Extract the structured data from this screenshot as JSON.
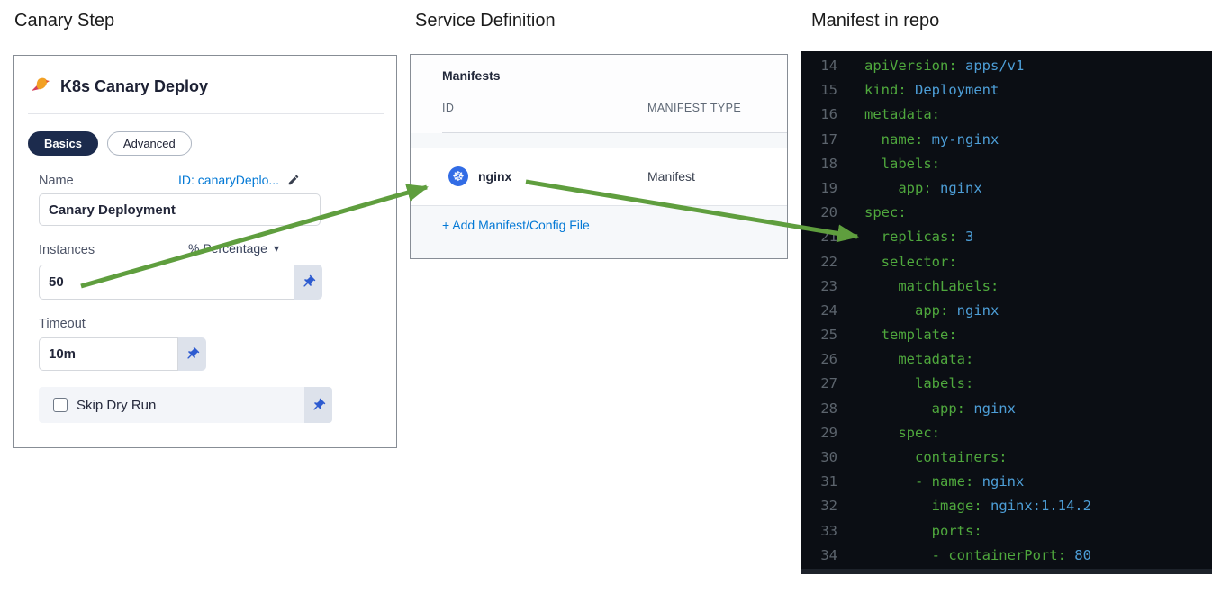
{
  "section_labels": {
    "canary_step": "Canary Step",
    "service_definition": "Service Definition",
    "manifest_in_repo": "Manifest in repo"
  },
  "canary_panel": {
    "title": "K8s Canary Deploy",
    "tabs": [
      {
        "label": "Basics",
        "active": true
      },
      {
        "label": "Advanced",
        "active": false
      }
    ],
    "name_field": {
      "label": "Name",
      "id_text": "ID: canaryDeplo...",
      "value": "Canary Deployment"
    },
    "instances_field": {
      "label": "Instances",
      "unit_selector": "% Percentage",
      "value": "50"
    },
    "timeout_field": {
      "label": "Timeout",
      "value": "10m"
    },
    "skip_dry_run_field": {
      "label": "Skip Dry Run",
      "checked": false
    }
  },
  "service_panel": {
    "heading": "Manifests",
    "columns": {
      "id": "ID",
      "manifest_type": "MANIFEST TYPE"
    },
    "rows": [
      {
        "id": "nginx",
        "manifest_type": "Manifest"
      }
    ],
    "add_link": "+ Add Manifest/Config File"
  },
  "code_panel": {
    "language": "yaml",
    "lines": [
      {
        "num": 14,
        "indent": 0,
        "dash": false,
        "key": "apiVersion",
        "value": "apps/v1"
      },
      {
        "num": 15,
        "indent": 0,
        "dash": false,
        "key": "kind",
        "value": "Deployment"
      },
      {
        "num": 16,
        "indent": 0,
        "dash": false,
        "key": "metadata",
        "value": ""
      },
      {
        "num": 17,
        "indent": 2,
        "dash": false,
        "key": "name",
        "value": "my-nginx"
      },
      {
        "num": 18,
        "indent": 2,
        "dash": false,
        "key": "labels",
        "value": ""
      },
      {
        "num": 19,
        "indent": 4,
        "dash": false,
        "key": "app",
        "value": "nginx"
      },
      {
        "num": 20,
        "indent": 0,
        "dash": false,
        "key": "spec",
        "value": ""
      },
      {
        "num": 21,
        "indent": 2,
        "dash": false,
        "key": "replicas",
        "value": "3"
      },
      {
        "num": 22,
        "indent": 2,
        "dash": false,
        "key": "selector",
        "value": ""
      },
      {
        "num": 23,
        "indent": 4,
        "dash": false,
        "key": "matchLabels",
        "value": ""
      },
      {
        "num": 24,
        "indent": 6,
        "dash": false,
        "key": "app",
        "value": "nginx"
      },
      {
        "num": 25,
        "indent": 2,
        "dash": false,
        "key": "template",
        "value": ""
      },
      {
        "num": 26,
        "indent": 4,
        "dash": false,
        "key": "metadata",
        "value": ""
      },
      {
        "num": 27,
        "indent": 6,
        "dash": false,
        "key": "labels",
        "value": ""
      },
      {
        "num": 28,
        "indent": 8,
        "dash": false,
        "key": "app",
        "value": "nginx"
      },
      {
        "num": 29,
        "indent": 4,
        "dash": false,
        "key": "spec",
        "value": ""
      },
      {
        "num": 30,
        "indent": 6,
        "dash": false,
        "key": "containers",
        "value": ""
      },
      {
        "num": 31,
        "indent": 6,
        "dash": true,
        "key": "name",
        "value": "nginx"
      },
      {
        "num": 32,
        "indent": 8,
        "dash": false,
        "key": "image",
        "value": "nginx:1.14.2"
      },
      {
        "num": 33,
        "indent": 8,
        "dash": false,
        "key": "ports",
        "value": ""
      },
      {
        "num": 34,
        "indent": 8,
        "dash": true,
        "key": "containerPort",
        "value": "80"
      }
    ]
  },
  "icons": {
    "k8s_wheel": "☸",
    "dropdown_caret": "▾"
  },
  "colors": {
    "link_blue": "#0278d5",
    "tab_active_navy": "#1c2b4d",
    "k8s_blue": "#326ce5",
    "arrow_green": "#5f9e3e",
    "pin_blue": "#2d5bd0",
    "code_key_green": "#4fa83d",
    "code_value_blue": "#4d9ed7",
    "code_background": "#0b0e14"
  }
}
